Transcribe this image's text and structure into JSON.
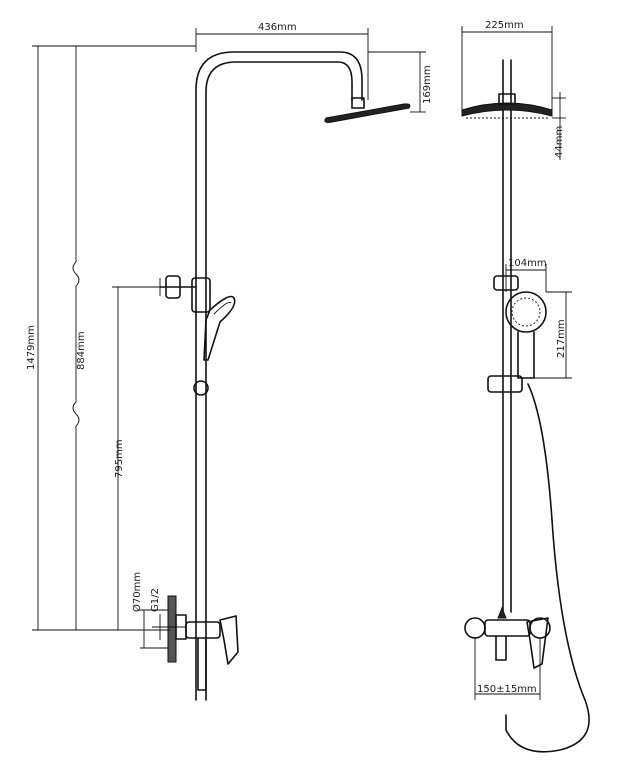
{
  "colors": {
    "line": "#111111",
    "fill": "#222222",
    "background": "#ffffff"
  },
  "dimensions": {
    "width_head_arm": "436mm",
    "head_drop": "169mm",
    "total_height": "1479mm",
    "adjustable_height": "884mm",
    "mixer_to_bracket": "795mm",
    "escutcheon_diameter": "Ø70mm",
    "thread": "G1/2",
    "head_diameter": "225mm",
    "head_thickness": "44mm",
    "hand_head_width": "104mm",
    "hand_shower_length": "217mm",
    "inlet_centres": "150±15mm"
  }
}
